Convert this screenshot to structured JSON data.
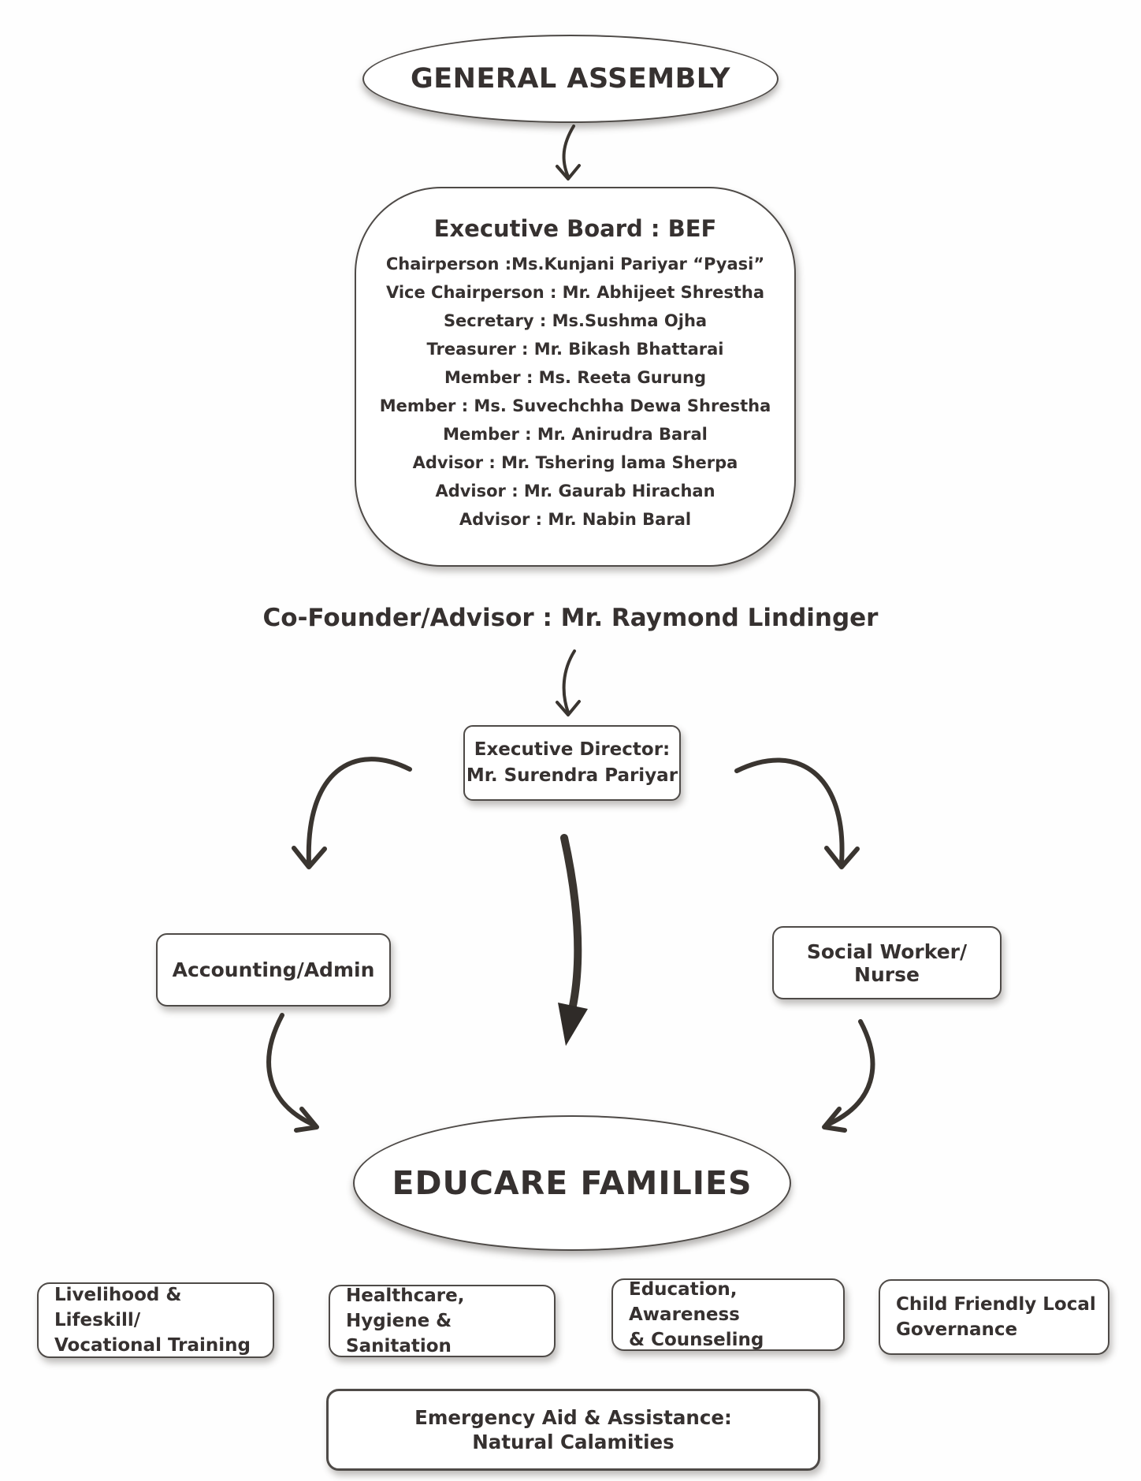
{
  "colors": {
    "ink": "#363130",
    "border": "#4e4a47",
    "background": "#ffffff"
  },
  "nodes": {
    "general_assembly": "GENERAL ASSEMBLY",
    "executive_board": {
      "title": "Executive Board : BEF",
      "members": [
        "Chairperson :Ms.Kunjani Pariyar “Pyasi”",
        "Vice Chairperson : Mr. Abhijeet Shrestha",
        "Secretary : Ms.Sushma Ojha",
        "Treasurer : Mr. Bikash Bhattarai",
        "Member : Ms. Reeta Gurung",
        "Member : Ms. Suvechchha Dewa Shrestha",
        "Member : Mr. Anirudra Baral",
        "Advisor : Mr. Tshering lama Sherpa",
        "Advisor : Mr. Gaurab Hirachan",
        "Advisor : Mr. Nabin Baral"
      ]
    },
    "cofounder": "Co-Founder/Advisor : Mr. Raymond Lindinger",
    "executive_director": {
      "role": "Executive Director:",
      "name": "Mr. Surendra Pariyar"
    },
    "accounting": "Accounting/Admin",
    "social_worker": "Social Worker/ Nurse",
    "educare": "EDUCARE FAMILIES",
    "programs": [
      {
        "line1": "Livelihood & Lifeskill/",
        "line2": "Vocational Training"
      },
      {
        "line1": "Healthcare, Hygiene &",
        "line2": "Sanitation"
      },
      {
        "line1": "Education, Awareness",
        "line2": "& Counseling"
      },
      {
        "line1": "Child Friendly Local",
        "line2": "Governance"
      }
    ],
    "emergency": {
      "line1": "Emergency Aid & Assistance:",
      "line2": "Natural Calamities"
    }
  }
}
